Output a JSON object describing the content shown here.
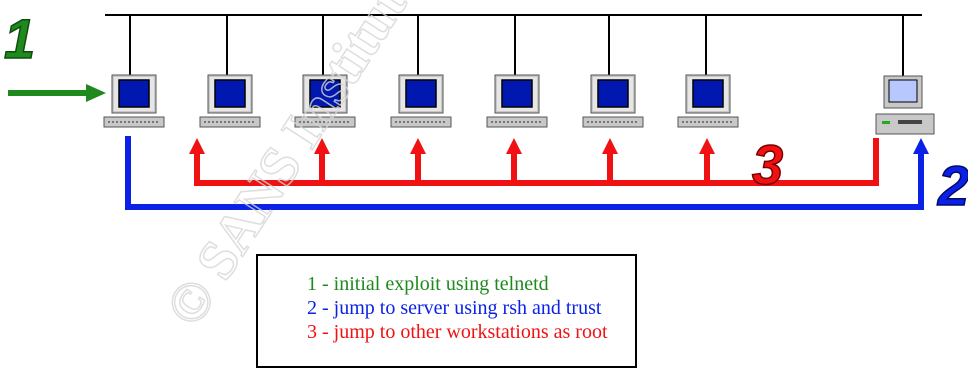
{
  "colors": {
    "green": "#1e8a1e",
    "blue": "#0b22e6",
    "red": "#f01212",
    "black": "#000000",
    "screen_blue": "#0018b0",
    "server_screen": "#b8c8ff",
    "watermark": "#d6d6d6"
  },
  "labels": {
    "exploit_number": "1",
    "server_number": "2",
    "workstations_number": "3"
  },
  "legend": {
    "items": [
      {
        "text": "1 - initial exploit using telnetd",
        "color": "#1e8a1e"
      },
      {
        "text": "2 - jump to server using rsh and trust",
        "color": "#0b22e6"
      },
      {
        "text": "3 - jump to other workstations as root",
        "color": "#f01212"
      }
    ]
  },
  "watermark": {
    "text": "© SANS Institute"
  },
  "network": {
    "workstations": 7,
    "servers": 1
  }
}
